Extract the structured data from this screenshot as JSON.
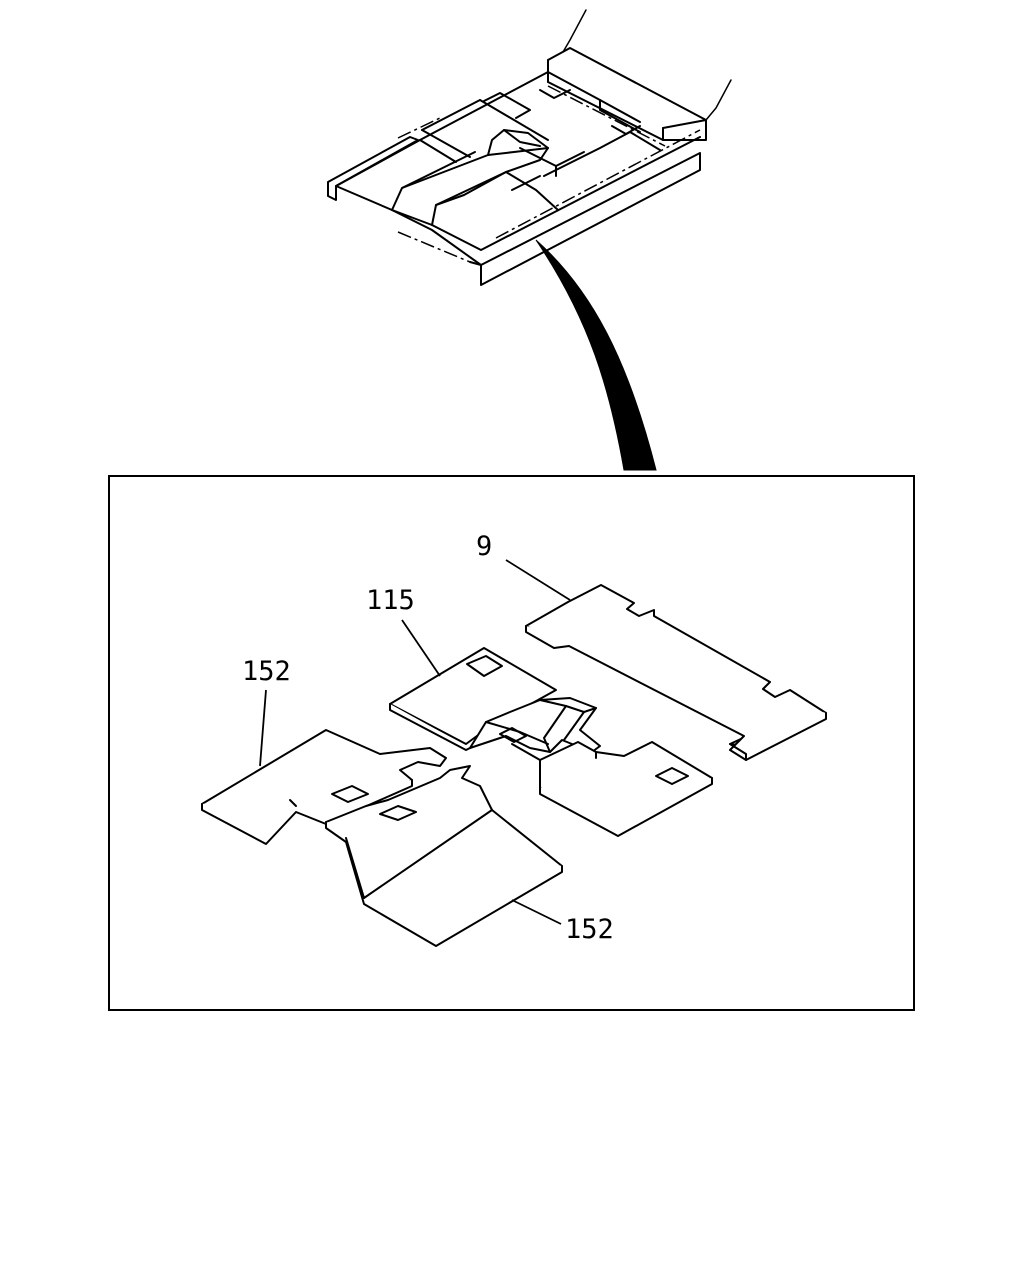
{
  "diagram": {
    "callouts": [
      {
        "id": "9",
        "text": "9"
      },
      {
        "id": "115",
        "text": "115"
      },
      {
        "id": "152a",
        "text": "152"
      },
      {
        "id": "152b",
        "text": "152"
      }
    ]
  }
}
